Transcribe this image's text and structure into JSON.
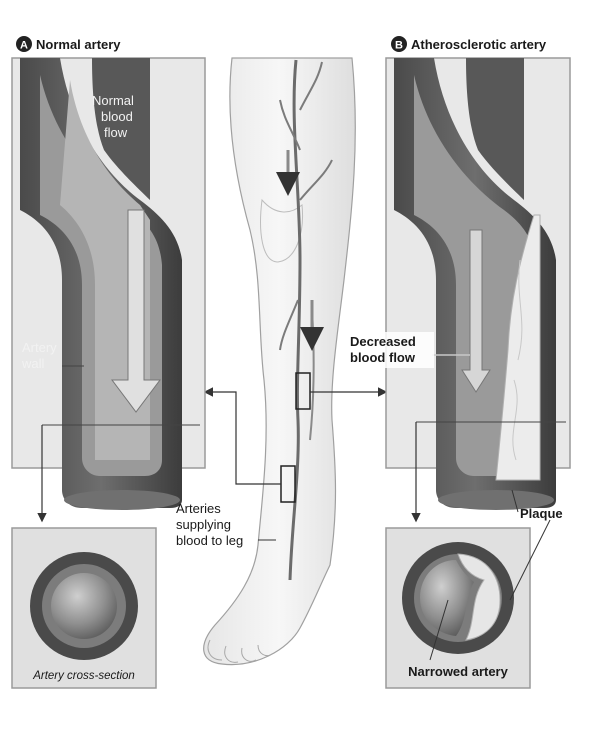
{
  "panel_a": {
    "badge": "A",
    "title": "Normal artery"
  },
  "panel_b": {
    "badge": "B",
    "title": "Atherosclerotic artery"
  },
  "labels": {
    "normal_blood_flow": [
      "Normal",
      "blood",
      "flow"
    ],
    "artery_wall": [
      "Artery",
      "wall"
    ],
    "decreased_blood_flow": [
      "Decreased",
      "blood flow"
    ],
    "arteries_supplying": [
      "Arteries",
      "supplying",
      "blood to leg"
    ],
    "plaque": "Plaque",
    "cross_section": "Artery cross-section",
    "narrowed_artery": "Narrowed artery"
  }
}
